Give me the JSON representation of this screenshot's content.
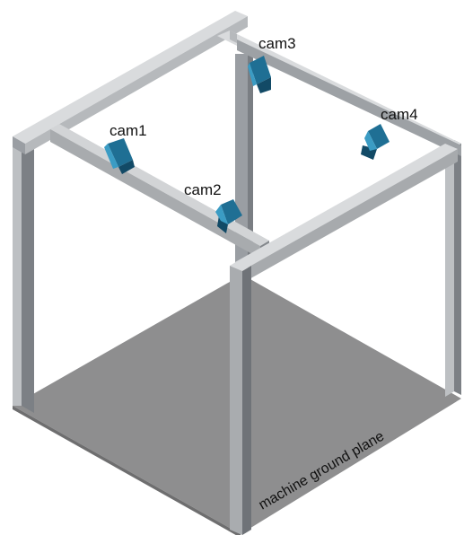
{
  "labels": {
    "cam1": "cam1",
    "cam2": "cam2",
    "cam3": "cam3",
    "cam4": "cam4",
    "ground_plane": "machine ground plane"
  },
  "colors": {
    "background": "#ffffff",
    "frame_top": "#d9dbdd",
    "frame_front": "#bfc2c5",
    "frame_side": "#8f9398",
    "post_front": "#9a9ea3",
    "post_side": "#6f7378",
    "post_edge": "#cfd2d5",
    "ground_plane": "#8e8e8f",
    "ground_plane_edge": "#5c5c5d",
    "camera_body": "#1f6f94",
    "camera_dark": "#124a66",
    "camera_light": "#3b9cc4"
  },
  "icons": {
    "camera": "camera-icon"
  }
}
